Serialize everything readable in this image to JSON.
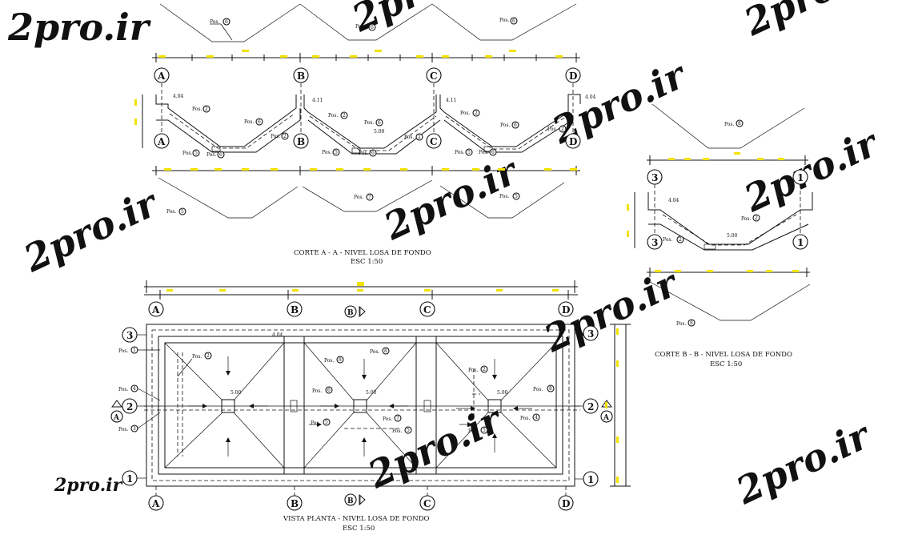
{
  "watermarks": [
    "2pro.ir",
    "2pro.ir",
    "2pro.ir",
    "2pro.ir",
    "2pro.ir",
    "2pro.ir",
    "2pro.ir",
    "2pro.ir",
    "2pro.ir",
    "2pro.ir"
  ],
  "logo": "2pro.ir",
  "grid": {
    "a": "A",
    "b": "B",
    "c": "C",
    "d": "D",
    "one": "1",
    "two": "2",
    "three": "3"
  },
  "sections": {
    "section_a": {
      "marker": "A",
      "title": "CORTE A - A  -  NIVEL LOSA DE FONDO",
      "scale": "ESC  1:50"
    },
    "section_b": {
      "marker": "B",
      "title": "CORTE B - B  -  NIVEL LOSA DE FONDO",
      "scale": "ESC  1:50"
    },
    "plan": {
      "title": "VISTA PLANTA - NIVEL LOSA DE FONDO",
      "scale": "ESC  1:50"
    }
  },
  "pos_label": "Pos.",
  "pos_numbers": {
    "p1": "1",
    "p2": "2",
    "p3": "3",
    "p4": "4",
    "p5": "5",
    "p6": "6",
    "p7": "7",
    "p8": "8"
  },
  "levels": {
    "l404": "4.04",
    "l411": "4.11",
    "l500": "5.00"
  }
}
